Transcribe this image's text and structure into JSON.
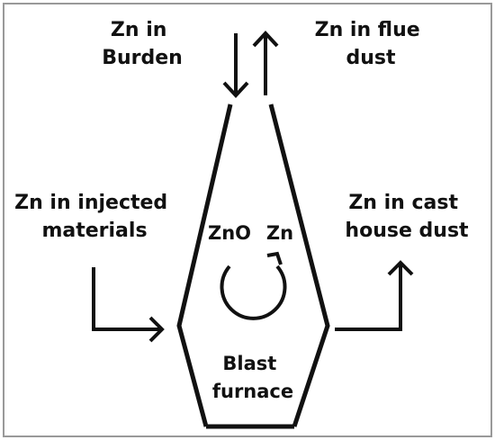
{
  "labels": {
    "zn_burden": [
      "Zn in",
      "Burden"
    ],
    "zn_flue_dust": [
      "Zn in flue",
      "dust"
    ],
    "zn_injected": [
      "Zn in injected",
      "materials"
    ],
    "zn_cast_house": [
      "Zn in cast",
      "house dust"
    ],
    "zno": "ZnO",
    "zn": "Zn",
    "furnace": [
      "Blast",
      "furnace"
    ]
  },
  "colors": {
    "stroke": "#111111",
    "background": "#ffffff",
    "frame": "#999999"
  }
}
